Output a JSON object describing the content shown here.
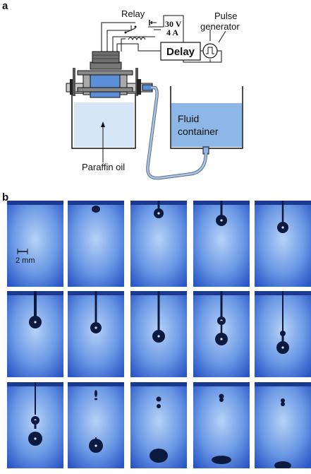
{
  "panel_a": {
    "letter": "a",
    "relay": "Relay",
    "voltage": "30 V",
    "current": "4 A",
    "pulse_generator_line1": "Pulse",
    "pulse_generator_line2": "generator",
    "delay": "Delay",
    "fluid_container_line1": "Fluid",
    "fluid_container_line2": "container",
    "paraffin_oil": "Paraffin oil"
  },
  "panel_b": {
    "letter": "b",
    "scale_bar": "2 mm",
    "frames": [
      {
        "stage": "no drop"
      },
      {
        "stage": "small bulge"
      },
      {
        "stage": "pendant drop"
      },
      {
        "stage": "elongating drop"
      },
      {
        "stage": "thin neck"
      },
      {
        "stage": "neck 1"
      },
      {
        "stage": "neck 2"
      },
      {
        "stage": "neck 3"
      },
      {
        "stage": "double bulge"
      },
      {
        "stage": "long thread"
      },
      {
        "stage": "thread with beads"
      },
      {
        "stage": "satellite pinch"
      },
      {
        "stage": "drop falling"
      },
      {
        "stage": "impact"
      },
      {
        "stage": "final"
      }
    ]
  },
  "colors": {
    "fluid": "#8db7e6",
    "oil": "#d6e6f7",
    "frame_blue": "#2a56c6",
    "frame_center": "#b6d2f7",
    "drop": "#0d1a3f"
  }
}
